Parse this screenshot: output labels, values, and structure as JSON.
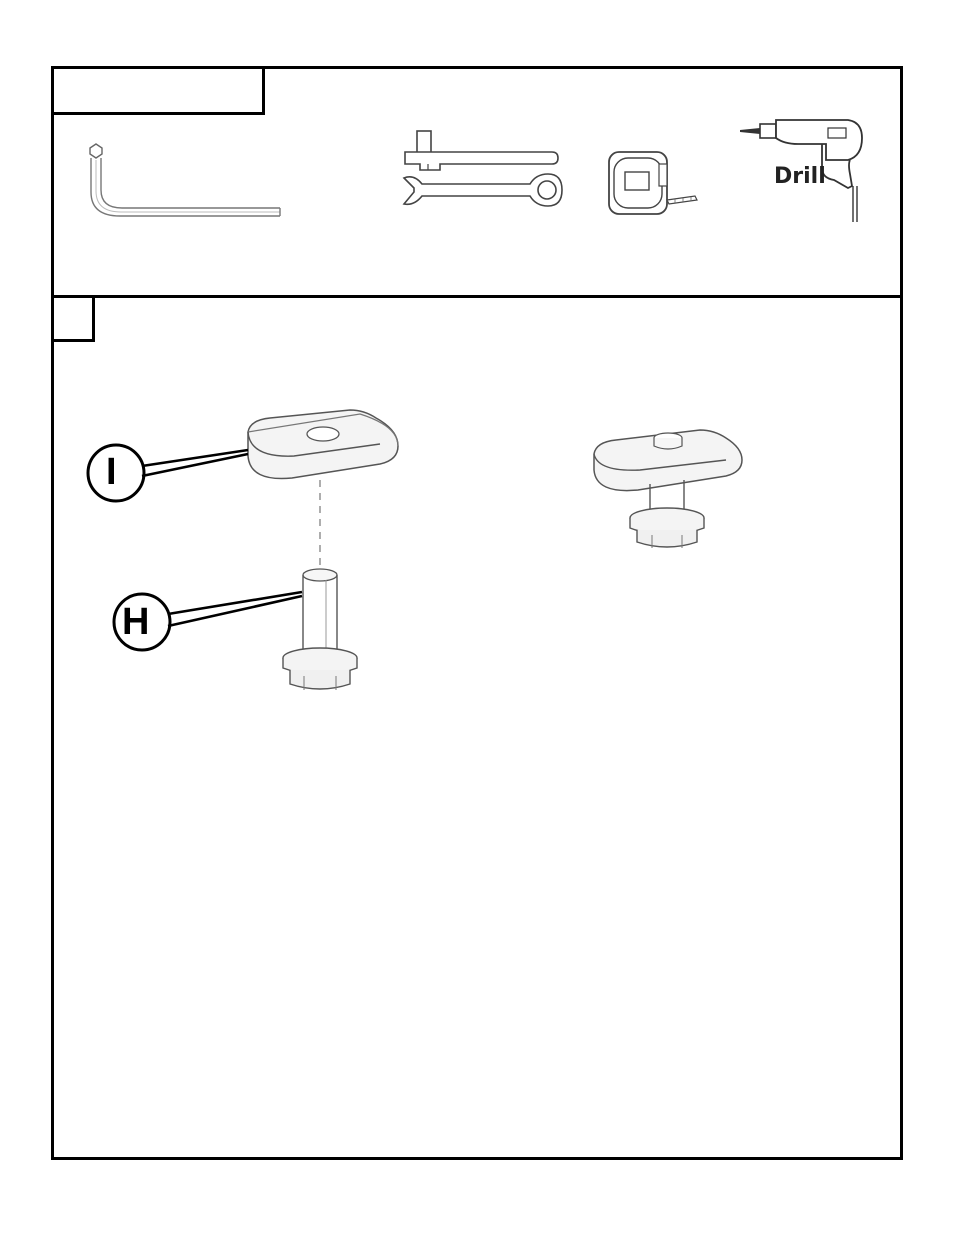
{
  "tools_section": {
    "tab_label": "",
    "tools": [
      {
        "name": "hex-key-icon"
      },
      {
        "name": "wrench-icon"
      },
      {
        "name": "tape-measure-icon"
      },
      {
        "name": "drill-icon",
        "label": "Drill"
      }
    ]
  },
  "step_section": {
    "step_number": ""
  },
  "parts": {
    "part_i": "I",
    "part_h": "H"
  }
}
